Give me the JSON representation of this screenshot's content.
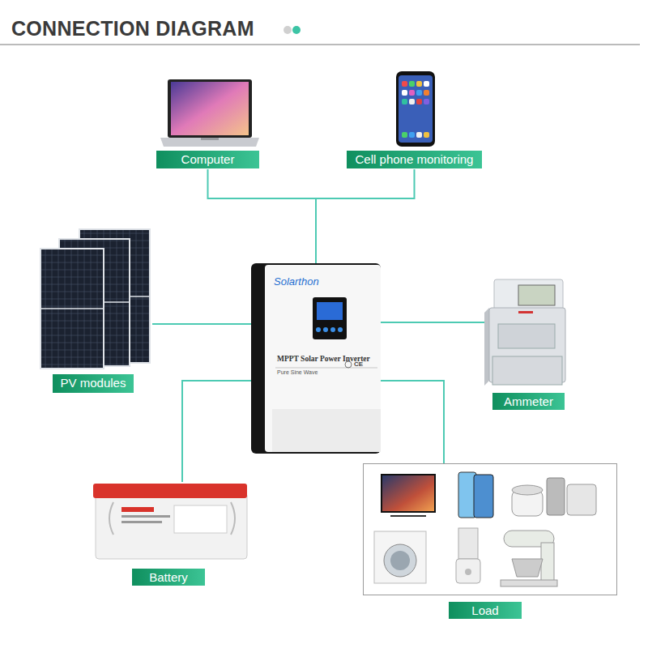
{
  "diagram": {
    "title": "CONNECTION DIAGRAM",
    "nodes": [
      {
        "text": [
          "Computer"
        ]
      },
      {
        "text": [
          "Cell phone monitoring"
        ]
      },
      {
        "text": [
          "PV modules"
        ]
      },
      {
        "text": [
          "Solarthon",
          "MPPT Solar Power Inverter",
          "Pure Sine Wave"
        ]
      },
      {
        "text": [
          "Ammeter"
        ]
      },
      {
        "text": [
          "Battery"
        ]
      },
      {
        "text": [
          "Load"
        ]
      }
    ],
    "edges": [
      {
        "from": 0,
        "to": 3,
        "arrow": "none"
      },
      {
        "from": 1,
        "to": 3,
        "arrow": "none"
      },
      {
        "from": 2,
        "to": 3,
        "arrow": "none"
      },
      {
        "from": 4,
        "to": 3,
        "arrow": "none"
      },
      {
        "from": 5,
        "to": 3,
        "arrow": "none"
      },
      {
        "from": 6,
        "to": 3,
        "arrow": "none"
      }
    ],
    "labels": [
      "CE"
    ]
  }
}
